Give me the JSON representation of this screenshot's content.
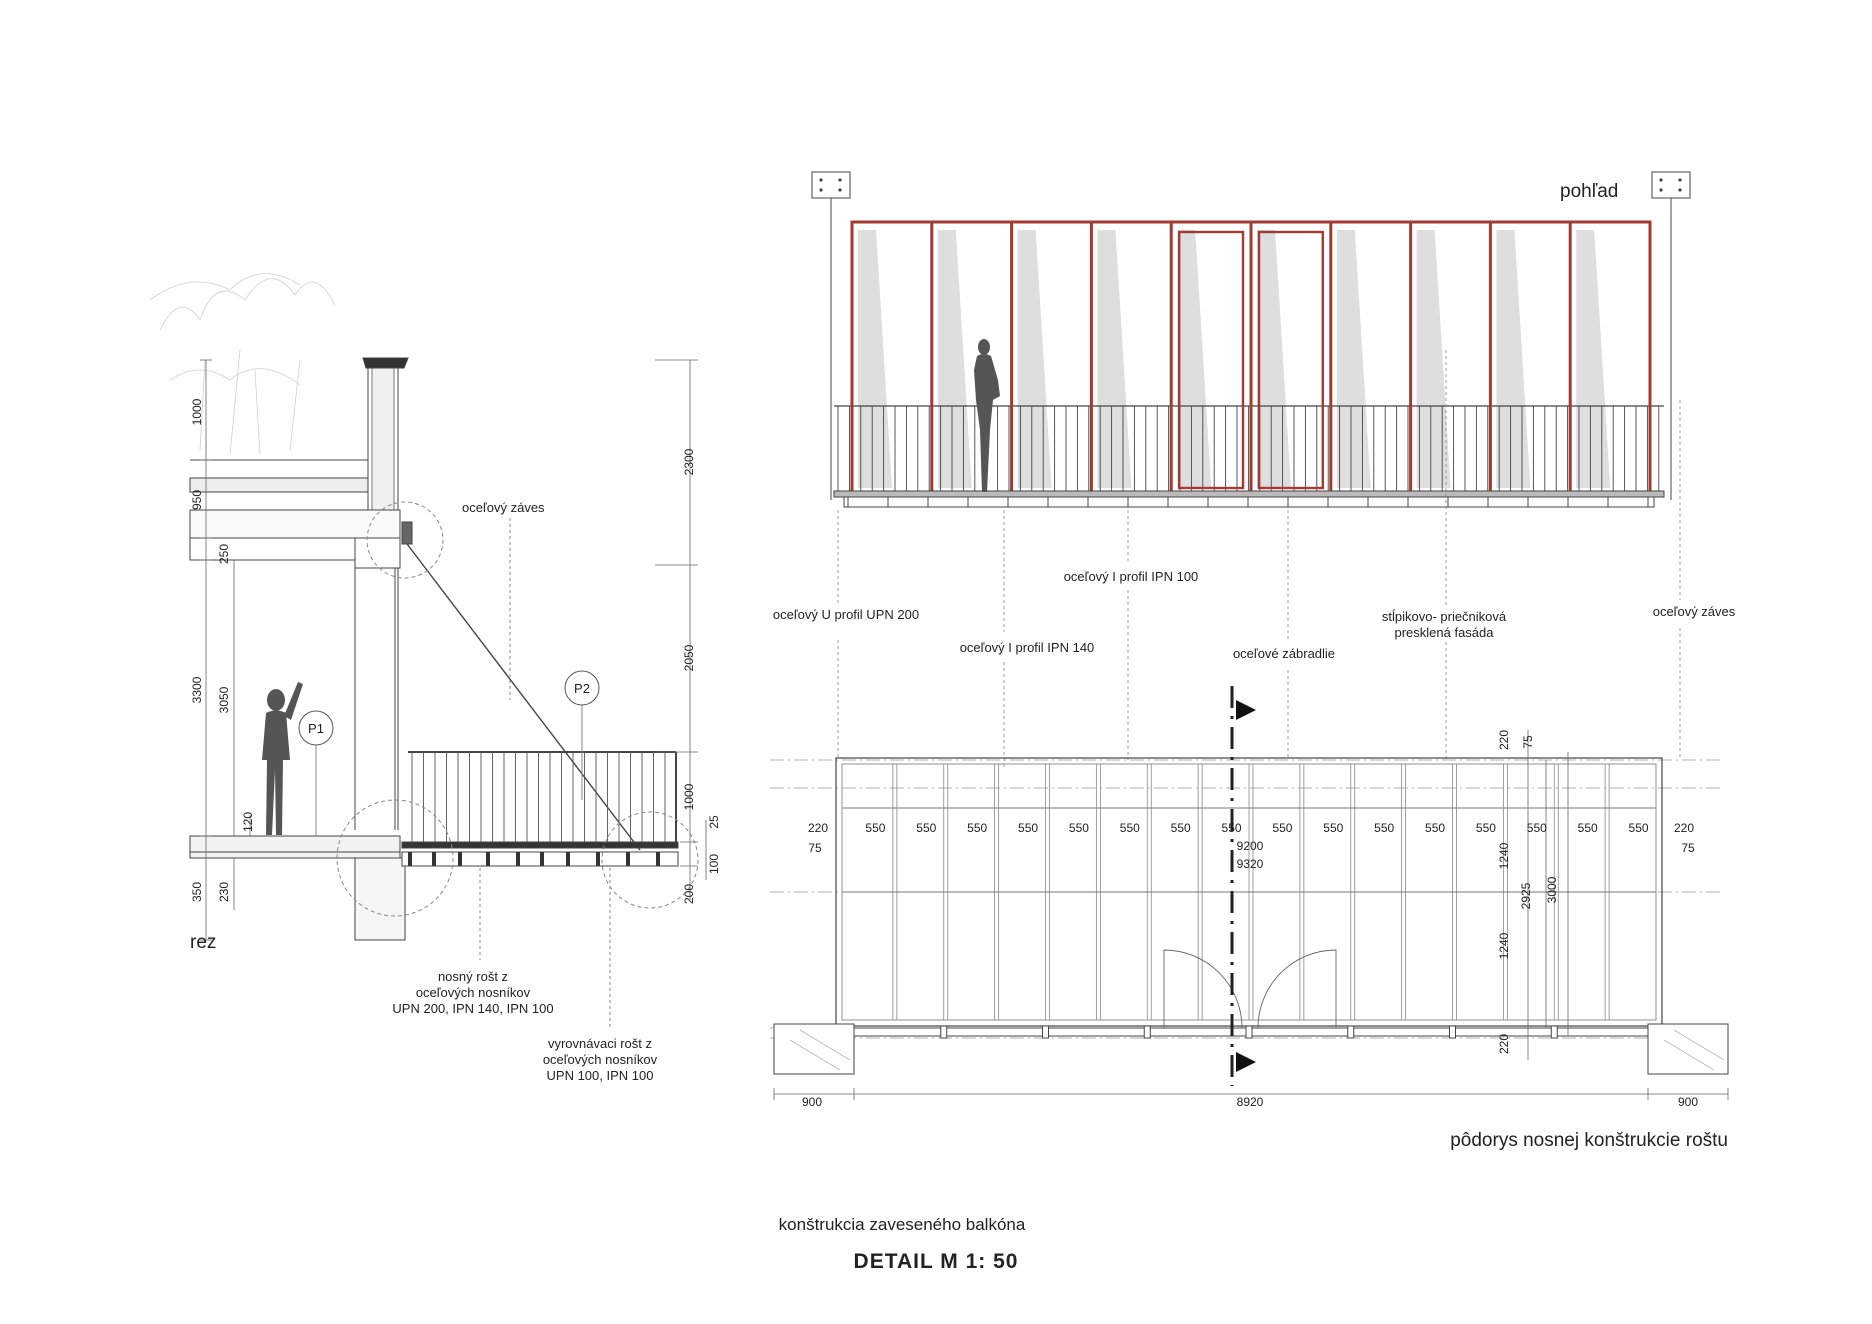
{
  "colors": {
    "frame": "#a33a32",
    "line": "#444444",
    "dash": "#888888",
    "figure": "#555555",
    "glass": "#dedede"
  },
  "section": {
    "title": "rez",
    "labels": {
      "hinge": "oceľový záves",
      "grid_main": [
        "nosný rošt z",
        "oceľových nosníkov",
        "UPN 200, IPN 140, IPN 100"
      ],
      "grid_level": [
        "vyrovnávaci rošt z",
        "oceľových nosníkov",
        "UPN 100, IPN 100"
      ]
    },
    "markers": [
      "P1",
      "P2"
    ],
    "dims_left": [
      "1000",
      "950",
      "250",
      "3300",
      "3050",
      "120",
      "350",
      "230"
    ],
    "dims_right": [
      "2300",
      "2050",
      "1000",
      "25",
      "200",
      "100"
    ]
  },
  "elevation": {
    "title": "pohľad",
    "labels": {
      "i_profile_100": "oceľový I profil IPN 100",
      "u_profile": "oceľový U profil UPN 200",
      "i_profile_140": "oceľový I profil IPN 140",
      "railing": "oceľové zábradlie",
      "facade": [
        "stĺpikovo- priečniková",
        "presklená fasáda"
      ],
      "hinge": "oceľový záves"
    }
  },
  "plan": {
    "title": "pôdorys nosnej konštrukcie roštu",
    "row_dims": [
      "220",
      "550",
      "550",
      "550",
      "550",
      "550",
      "550",
      "550",
      "550",
      "550",
      "550",
      "550",
      "550",
      "550",
      "550",
      "550",
      "550",
      "220"
    ],
    "dim_75": "75",
    "dim_9200": "9200",
    "dim_9320": "9320",
    "vert_dims": [
      "220",
      "75",
      "1240",
      "2925",
      "3000",
      "1240",
      "220"
    ],
    "bottom_dims": [
      "900",
      "8920",
      "900"
    ]
  },
  "footer": {
    "subtitle": "konštrukcia zaveseného balkóna",
    "title": "DETAIL M 1: 50"
  }
}
